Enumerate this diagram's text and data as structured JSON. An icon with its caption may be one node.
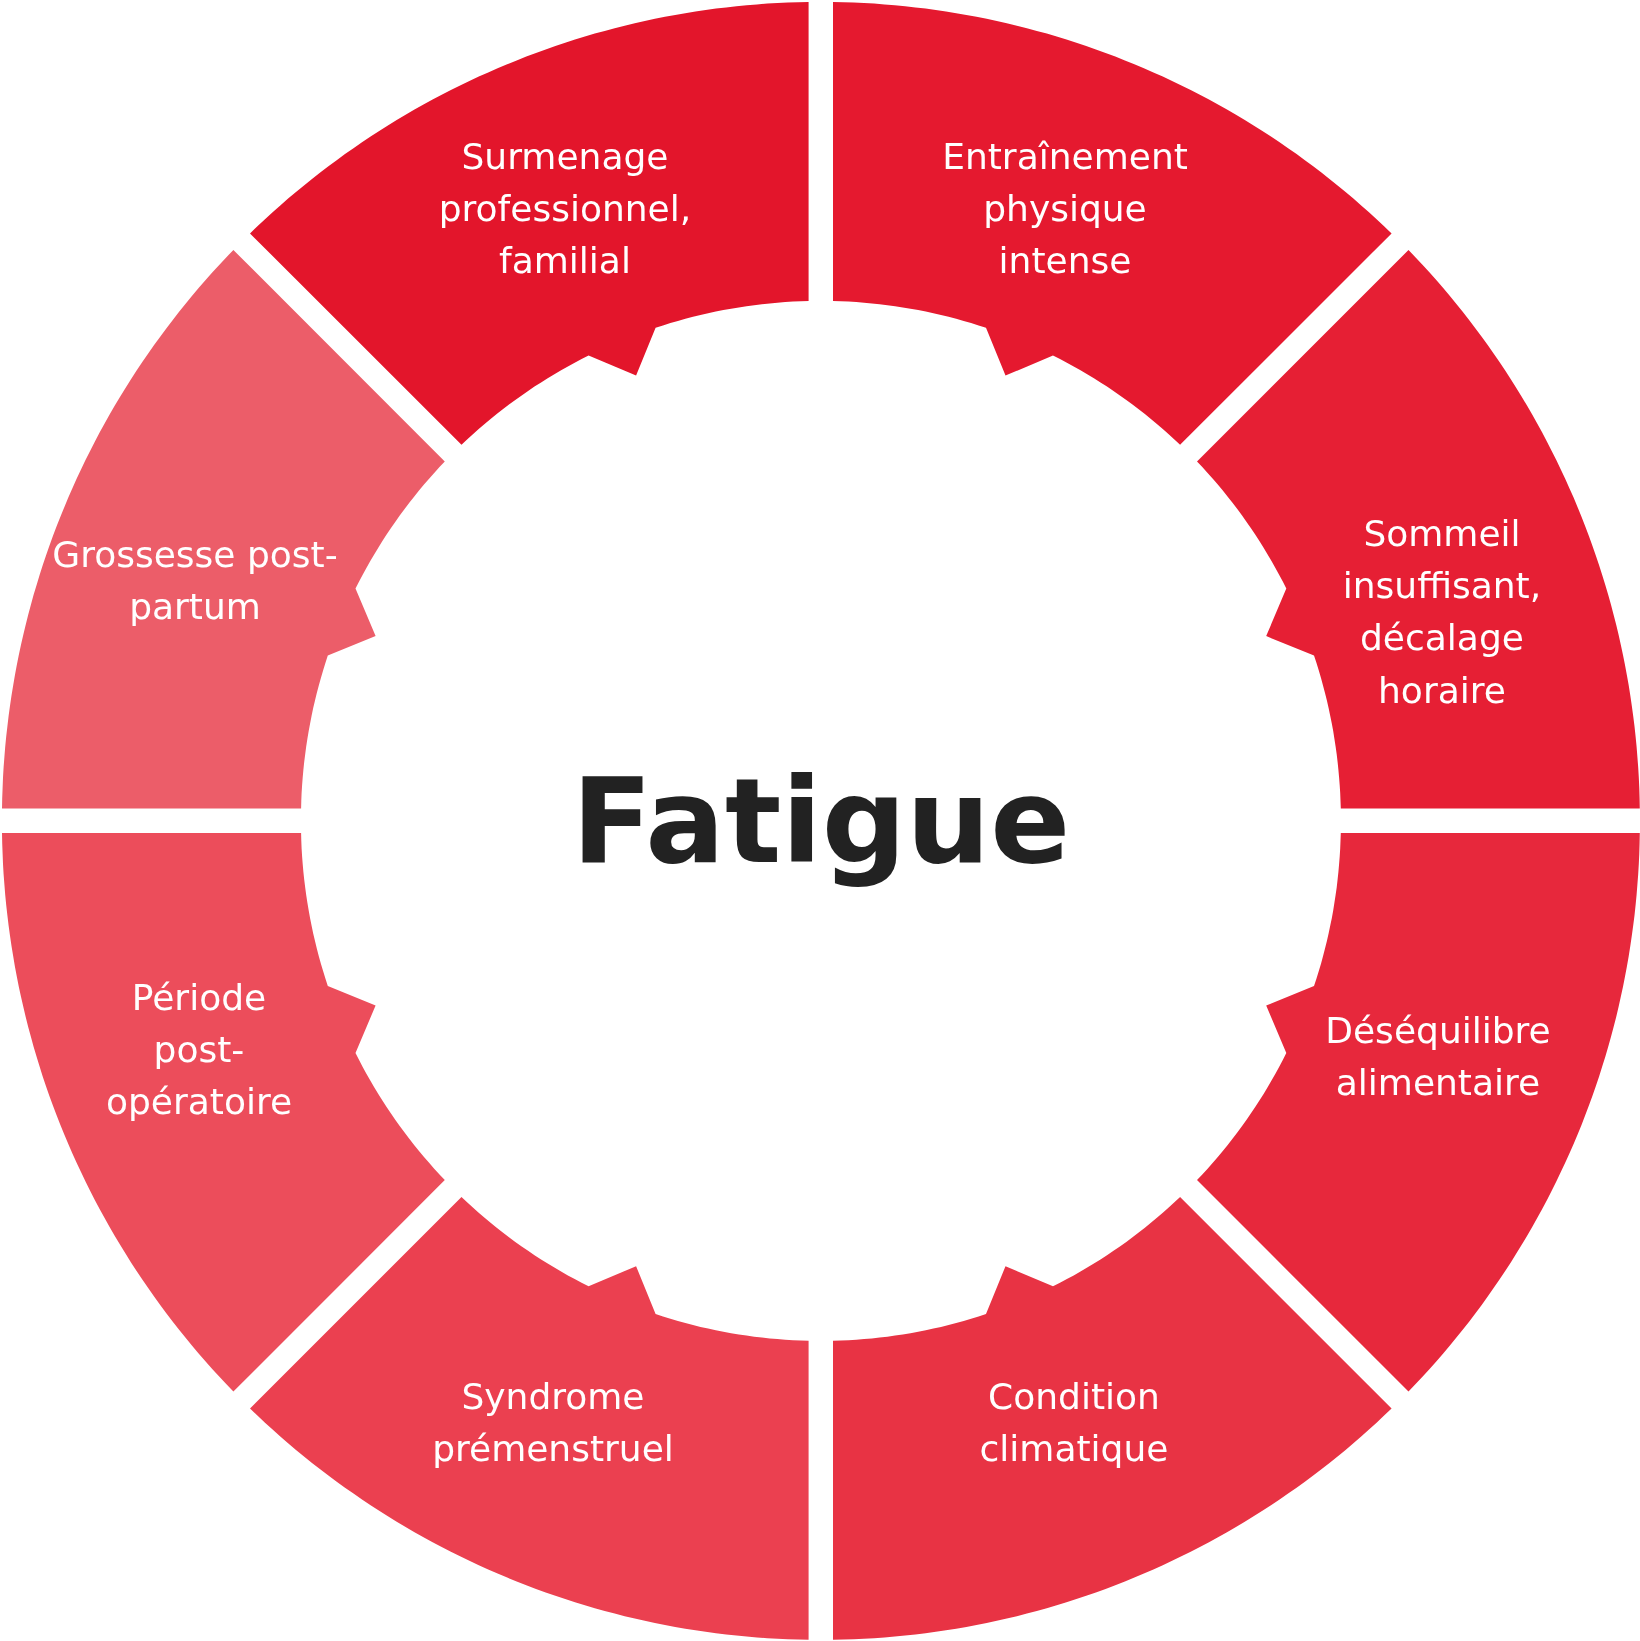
{
  "diagram": {
    "nodes": [
      {
        "text": [
          "Fatigue"
        ]
      },
      {
        "text": [
          "Surmenage professionnel, familial"
        ]
      },
      {
        "text": [
          "Entraînement physique intense"
        ]
      },
      {
        "text": [
          "Sommeil insuffisant, décalage horaire"
        ]
      },
      {
        "text": [
          "Déséquilibre alimentaire"
        ]
      },
      {
        "text": [
          "Condition climatique"
        ]
      },
      {
        "text": [
          "Syndrome prémenstruel"
        ]
      },
      {
        "text": [
          "Période post-opératoire"
        ]
      },
      {
        "text": [
          "Grossesse post-partum"
        ]
      }
    ]
  }
}
